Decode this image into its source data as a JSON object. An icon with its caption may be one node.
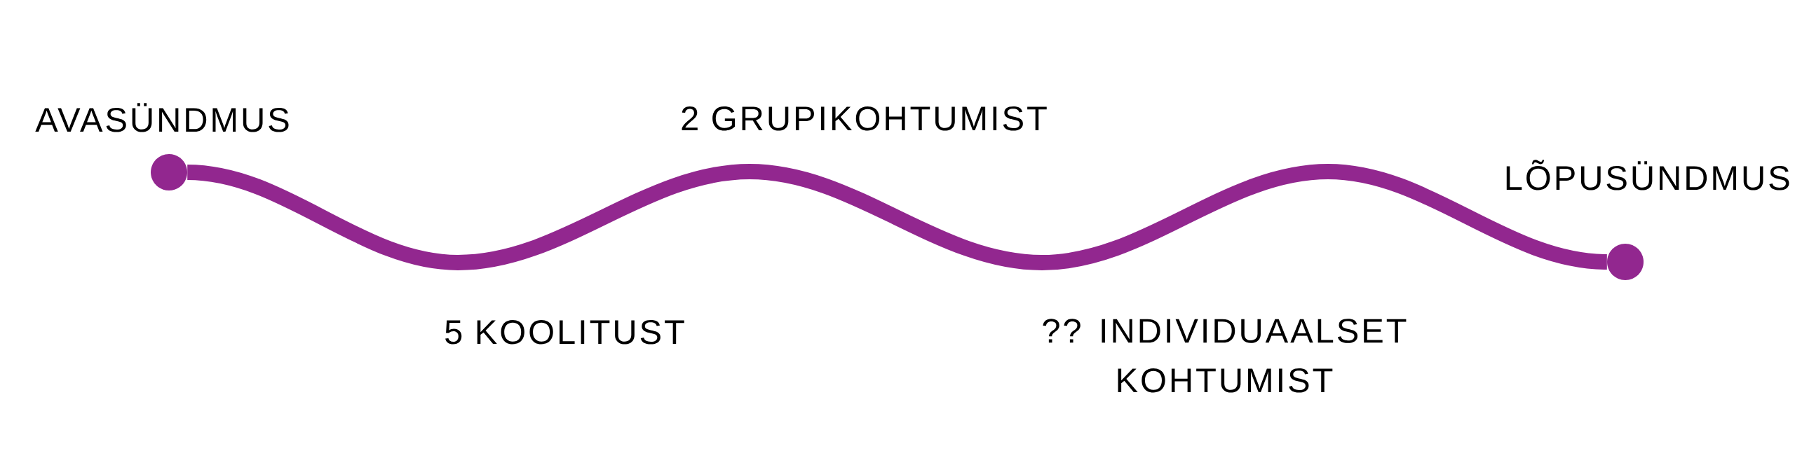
{
  "diagram": {
    "nodes": [
      {
        "text": [],
        "shape": "circle",
        "beside": [
          "AVASÜNDMUS"
        ]
      },
      {
        "text": [],
        "shape": "circle",
        "beside": [
          "LÕPUSÜNDMUS"
        ]
      }
    ],
    "edges": [
      {
        "from": 0,
        "to": 1,
        "arrow": "none"
      }
    ],
    "labels": [
      "2 GRUPIKOHTUMIST",
      "5 KOOLITUST",
      "?? INDIVIDUAALSET KOHTUMIST"
    ]
  }
}
